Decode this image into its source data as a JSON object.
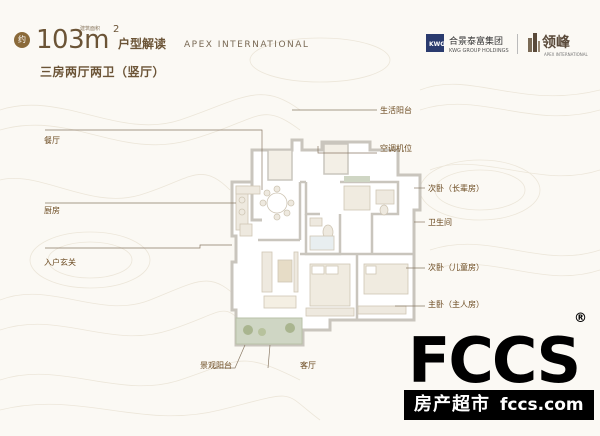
{
  "header": {
    "badge": "约",
    "area_number": "103m",
    "area_sup": "2",
    "area_small_label": "建筑面积",
    "type_title": "户型解读",
    "project_en": "APEX INTERNATIONAL",
    "layout_name": "三房两厅两卫（竖厅）"
  },
  "logos": {
    "developer_badge": "KWG",
    "developer_cn": "合景泰富集团",
    "developer_en": "KWG GROUP HOLDINGS",
    "project_cn": "领峰",
    "project_en": "APEX INTERNATIONAL"
  },
  "callouts": {
    "dining": {
      "title": "餐厅",
      "text": ""
    },
    "kitchen": {
      "title": "厨房",
      "text": ""
    },
    "entry": {
      "title": "入户玄关",
      "text": ""
    },
    "garden_balcony": {
      "title": "景观阳台",
      "text": ""
    },
    "living": {
      "title": "客厅",
      "text": ""
    },
    "service_balcony": {
      "title": "生活阳台",
      "text": ""
    },
    "ac_platform": {
      "title": "空调机位",
      "text": ""
    },
    "second_bedroom": {
      "title": "次卧（长辈房）",
      "text": ""
    },
    "bathroom": {
      "title": "卫生间",
      "text": ""
    },
    "kids_bedroom": {
      "title": "次卧（儿童房）",
      "text": ""
    },
    "master_bedroom": {
      "title": "主卧（主人房）",
      "text": ""
    }
  },
  "watermark": {
    "logo_text": "FCCS",
    "registered": "®",
    "site_name_cn": "房产超市",
    "site_url": "fccs.com"
  },
  "colors": {
    "background": "#fbf9f4",
    "title_brown": "#6b5436",
    "callout_brown": "#6b4a20",
    "leader_line": "#8a7a65",
    "plan_wall": "#c9c5bd",
    "balcony_green": "#cfd6c4",
    "watermark_black": "#000000"
  }
}
